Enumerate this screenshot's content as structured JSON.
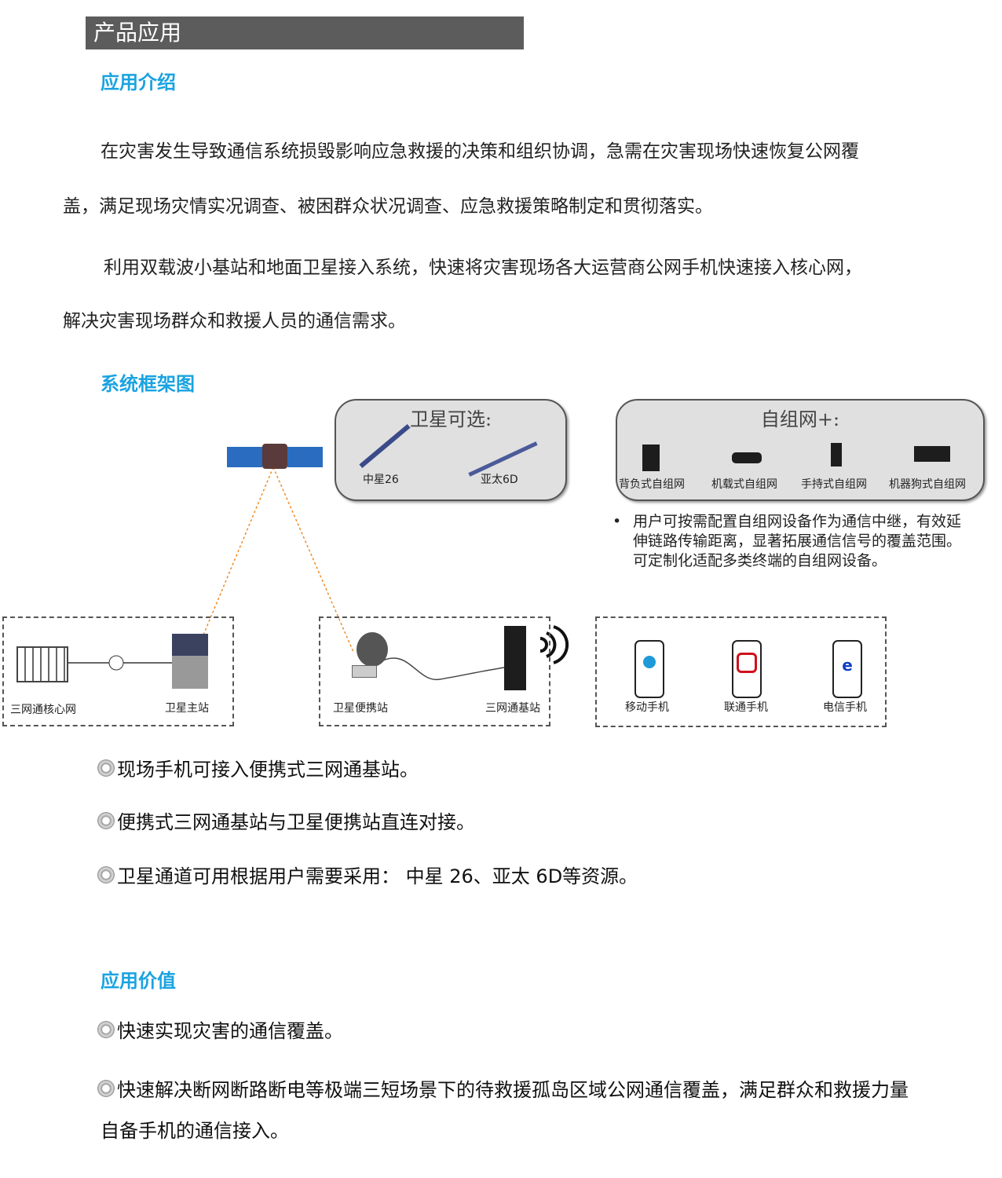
{
  "header": {
    "title": "产品应用"
  },
  "intro": {
    "heading": "应用介绍",
    "p1_line1": "在灾害发生导致通信系统损毁影响应急救援的决策和组织协调，急需在灾害现场快速恢复公网覆",
    "p1_line2": "盖，满足现场灾情实况调查、被困群众状况调查、应急救援策略制定和贯彻落实。",
    "p2_line1": "利用双载波小基站和地面卫星接入系统，快速将灾害现场各大运营商公网手机快速接入核心网，",
    "p2_line2": "解决灾害现场群众和救援人员的通信需求。"
  },
  "framework": {
    "heading": "系统框架图",
    "satellite_box": {
      "title": "卫星可选:",
      "items": [
        "中星26",
        "亚太6D"
      ]
    },
    "mesh_box": {
      "title": "自组网+:",
      "items": [
        "背负式自组网",
        "机载式自组网",
        "手持式自组网",
        "机器狗式自组网"
      ]
    },
    "mesh_note": [
      "用户可按需配置自组网设备作为通信中继，有效延",
      "伸链路传输距离，显著拓展通信信号的覆盖范围。",
      "可定制化适配多类终端的自组网设备。"
    ],
    "group1": [
      "三网通核心网",
      "卫星主站"
    ],
    "group2": [
      "卫星便携站",
      "三网通基站"
    ],
    "group3": [
      "移动手机",
      "联通手机",
      "电信手机"
    ],
    "bullets": [
      "现场手机可接入便携式三网通基站。",
      "便携式三网通基站与卫星便携站直连对接。",
      "卫星通道可用根据用户需要采用： 中星 26、亚太 6D等资源。"
    ]
  },
  "value": {
    "heading": "应用价值",
    "b1": "快速实现灾害的通信覆盖。",
    "b2_line1": "快速解决断网断路断电等极端三短场景下的待救援孤岛区域公网通信覆盖，满足群众和救援力量",
    "b2_line2": "自备手机的通信接入。"
  },
  "colors": {
    "heading": "#1aa3e0",
    "header_bar": "#5c5c5c",
    "link_line": "#f08a24"
  }
}
